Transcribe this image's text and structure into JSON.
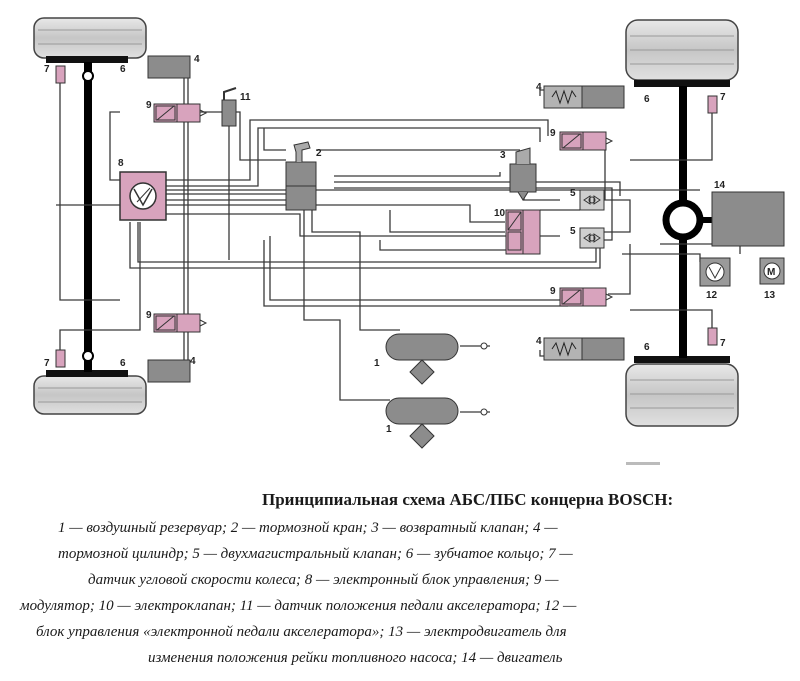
{
  "labels": {
    "n1": "1",
    "n2": "2",
    "n3": "3",
    "n4": "4",
    "n5": "5",
    "n6": "6",
    "n7": "7",
    "n8": "8",
    "n9": "9",
    "n10": "10",
    "n11": "11",
    "n12": "12",
    "n13": "13",
    "n14": "14"
  },
  "caption": {
    "title": "Принципиальная схема АБС/ПБС концерна BOSCH:",
    "lines": [
      "1 — воздушный резервуар; 2 — тормозной кран; 3 — возвратный клапан; 4 —",
      "тормозной цилиндр; 5 — двухмагистральный клапан; 6 — зубчатое кольцо; 7 —",
      "датчик угловой скорости колеса; 8 — электронный блок управления; 9 —",
      "модулятор; 10 — электроклапан; 11 — датчик положения педали акселератора; 12 —",
      "блок управления «электронной педали акселератора»; 13 — электродвигатель для",
      "изменения положения рейки топливного насоса; 14 — двигатель"
    ]
  },
  "colors": {
    "line": "#3a3a3a",
    "component_gray": "#8c8c8c",
    "modulator_pink": "#d8a3bd",
    "tire": "#cfcfcf",
    "axle": "#000000"
  }
}
